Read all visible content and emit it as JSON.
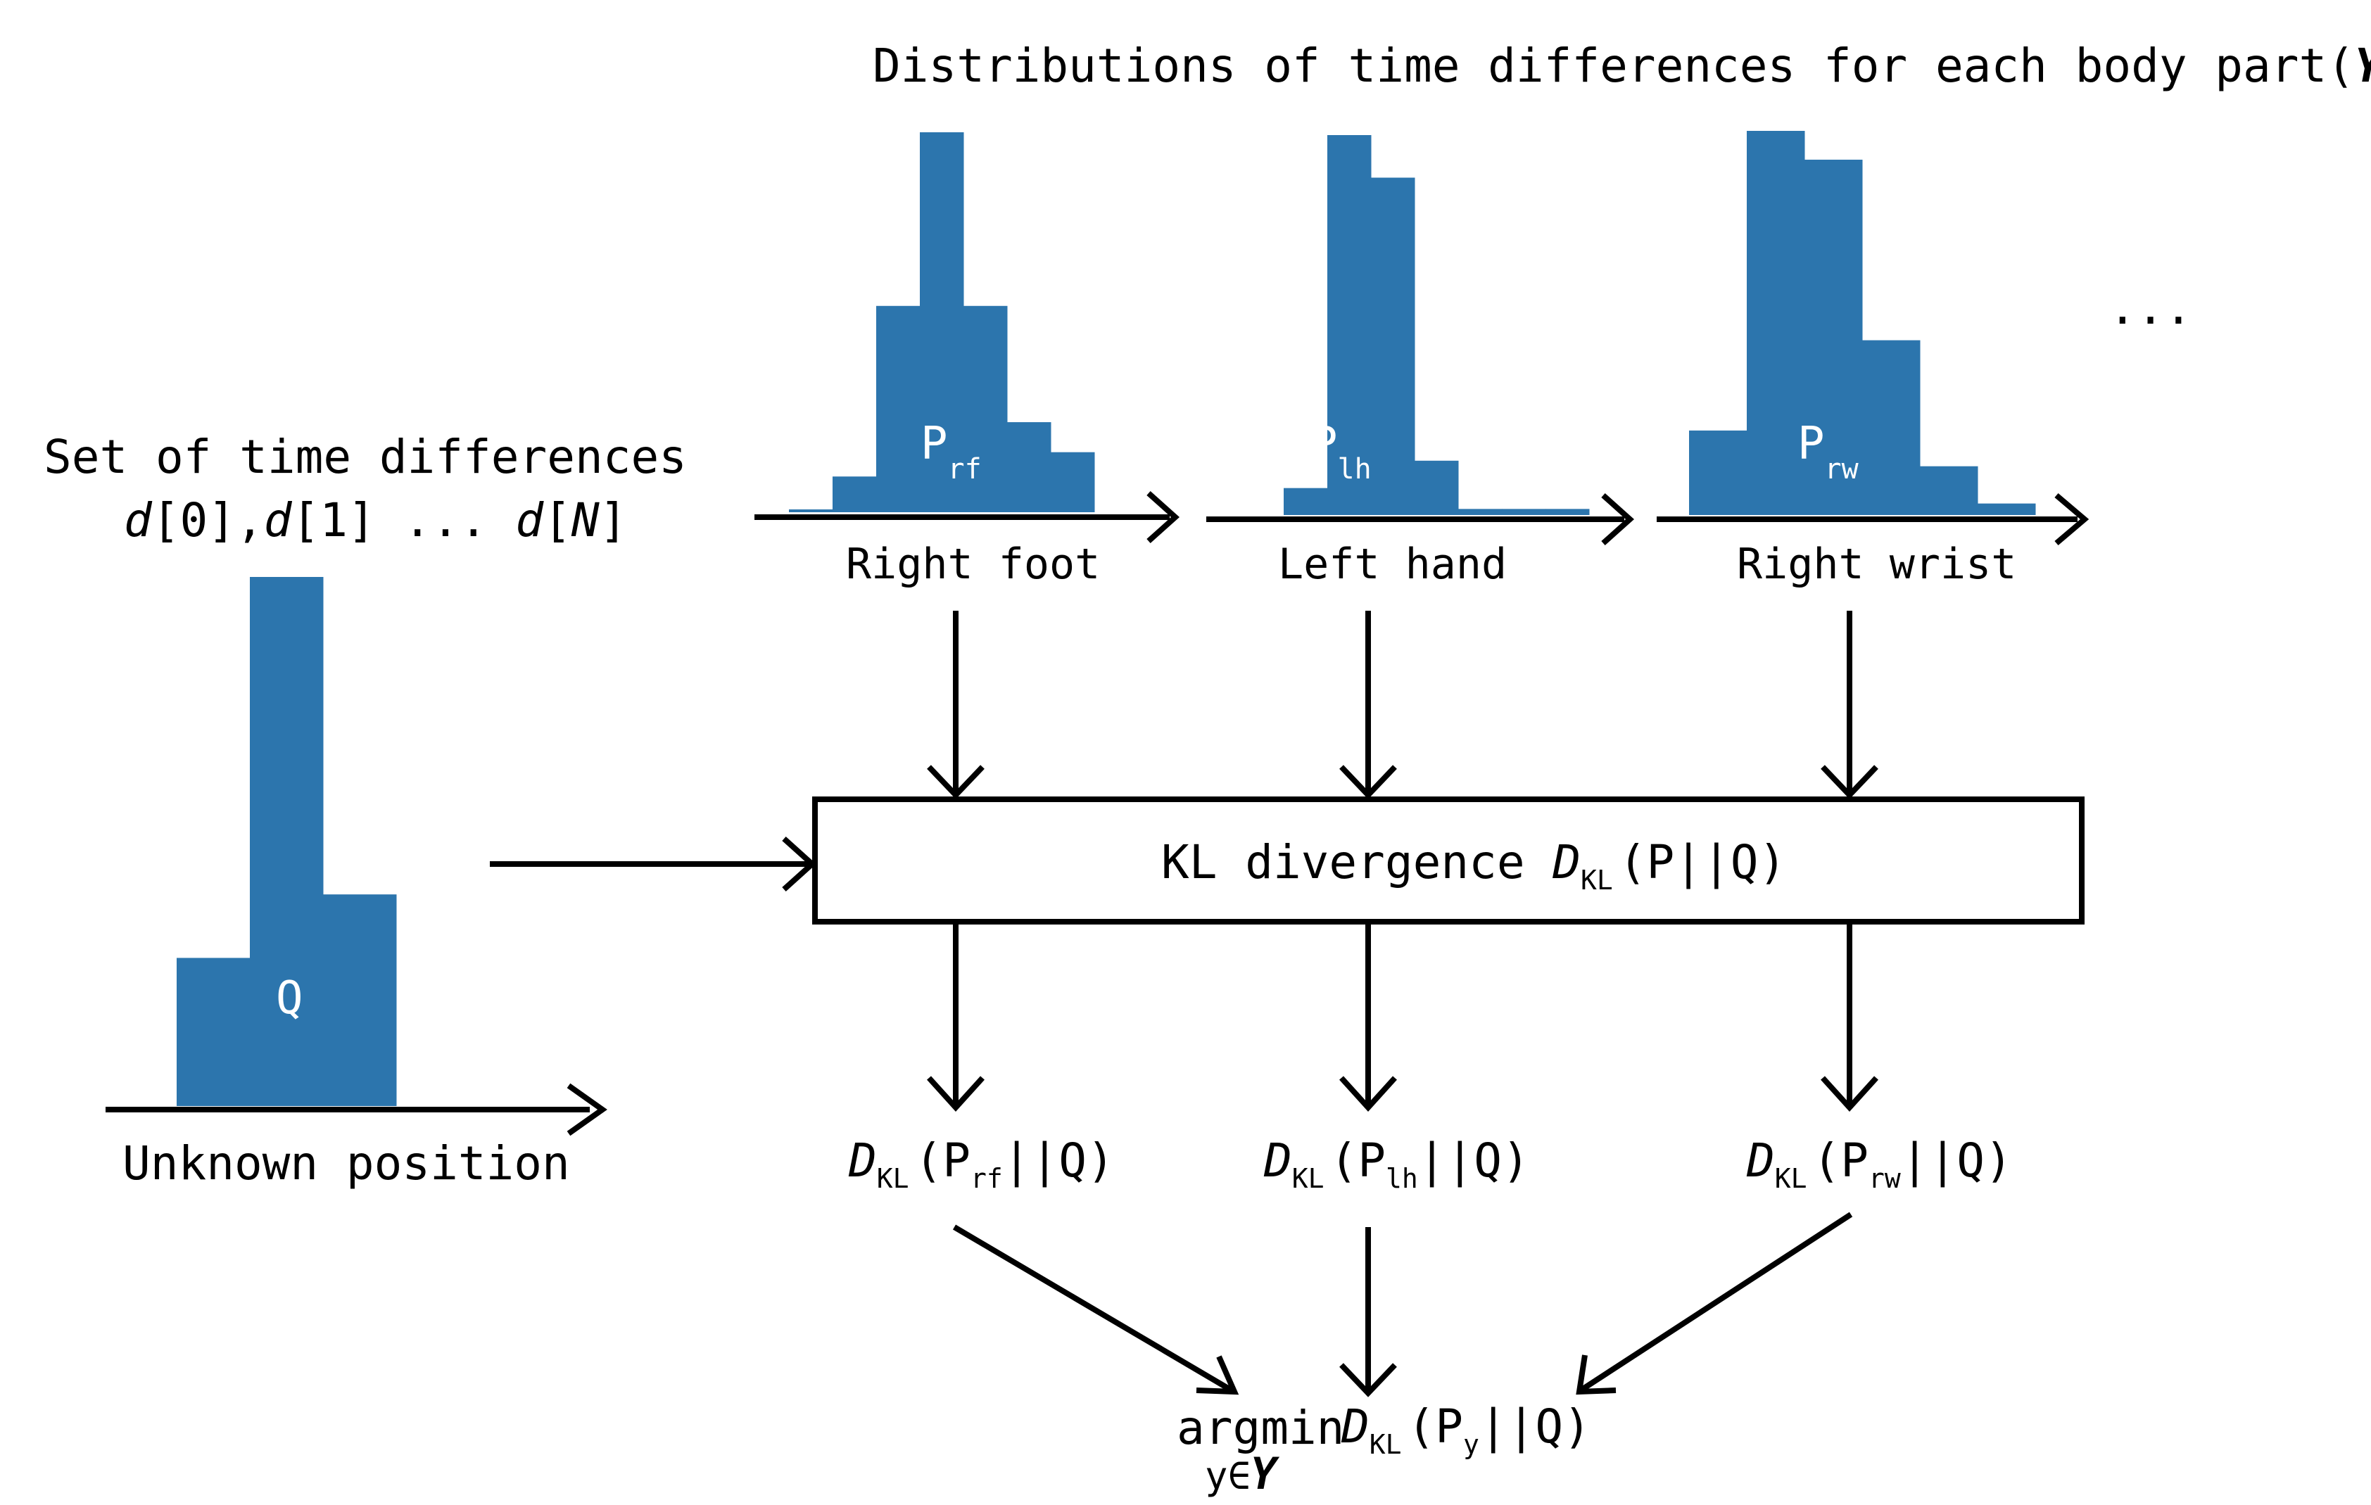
{
  "colors": {
    "bar": "#2c75ad",
    "line": "#000000",
    "bar_text": "#ffffff",
    "background": "#ffffff"
  },
  "header": {
    "title_main": "Distributions of time differences for each body part(",
    "title_var": "Y",
    "title_close": ")"
  },
  "ellipsis": "...",
  "unknown": {
    "set_label": "Set of time differences",
    "seq_d0_var": "d",
    "seq_d0_idx": "[0],",
    "seq_d1_var": "d",
    "seq_d1_idx": "[1] ... ",
    "seq_dn_var": "d",
    "seq_dn_open": "[",
    "seq_dn_n": "N",
    "seq_dn_close": "]",
    "hist_label": "Q",
    "position_label": "Unknown position",
    "q_bars": [
      0.28,
      1.0,
      0.4
    ]
  },
  "parts": [
    {
      "name": "Right foot",
      "dist_main": "P",
      "dist_sub": "rf",
      "bars": [
        0.006,
        0.094,
        0.543,
        1.0,
        0.543,
        0.237,
        0.158
      ]
    },
    {
      "name": "Left hand",
      "dist_main": "P",
      "dist_sub": "lh",
      "bars": [
        0.0,
        0.071,
        1.0,
        0.888,
        0.143,
        0.016,
        0.016,
        0.016
      ]
    },
    {
      "name": "Right wrist",
      "dist_main": "P",
      "dist_sub": "rw",
      "bars": [
        0.22,
        1.0,
        0.925,
        0.455,
        0.127,
        0.03
      ]
    }
  ],
  "kl_box": {
    "text": "KL divergence ",
    "d": "D",
    "d_sub": "KL",
    "arg": "(P||Q)"
  },
  "results": [
    {
      "d": "D",
      "d_sub": "KL",
      "open": "(P",
      "p_sub": "rf",
      "close": "||Q)"
    },
    {
      "d": "D",
      "d_sub": "KL",
      "open": "(P",
      "p_sub": "lh",
      "close": "||Q)"
    },
    {
      "d": "D",
      "d_sub": "KL",
      "open": "(P",
      "p_sub": "rw",
      "close": "||Q)"
    }
  ],
  "final": {
    "argmin": "argmin",
    "d": "D",
    "d_sub": "KL",
    "open": "(P",
    "p_sub": "y",
    "close": "||Q)",
    "under_y": "y∈",
    "under_set": "Y"
  }
}
